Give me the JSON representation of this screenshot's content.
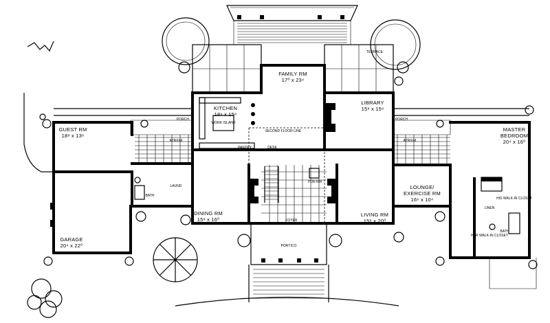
{
  "rooms": {
    "family": {
      "name": "FAMILY RM",
      "dims": "17⁰ x 23⁴"
    },
    "kitchen": {
      "name": "KITCHEN",
      "dims": "18⁶ x 15⁸"
    },
    "library": {
      "name": "LIBRARY",
      "dims": "15⁸ x 15⁸"
    },
    "guest": {
      "name": "GUEST RM",
      "dims": "18⁸ x 13⁸"
    },
    "master": {
      "name": "MASTER",
      "name2": "BEDROOM",
      "dims": "20⁴ x 16⁰"
    },
    "lounge": {
      "name": "LOUNGE/",
      "name2": "EXERCISE RM",
      "dims": "16⁶ x 10⁴"
    },
    "dining": {
      "name": "DINING RM",
      "dims": "15⁸ x 16⁰"
    },
    "living": {
      "name": "LIVING RM",
      "dims": "15⁸ x 20⁰"
    },
    "garage": {
      "name": "GARAGE",
      "dims": "20⁴ x 22⁰"
    }
  },
  "labels": {
    "terrace": "TERRACE",
    "porch_left": "PORCH",
    "porch_right": "PORCH",
    "atrium_left": "ATRIUM",
    "atrium_right": "ATRIUM",
    "laund": "LAUND",
    "bath_left": "BATH",
    "bath_right": "BATH",
    "pdr": "PDR RM",
    "foyer": "FOYER",
    "portico": "PORTICO",
    "second_floor_line": "SECOND FLOOR LINE",
    "work_island": "WORK ISLAND",
    "pantry": "PANTRY",
    "desk": "DESK",
    "his_closet": "HIS WALK-IN CLOSET",
    "her_closet": "HER WALK-IN CLOSET",
    "linen": "LINEN"
  }
}
